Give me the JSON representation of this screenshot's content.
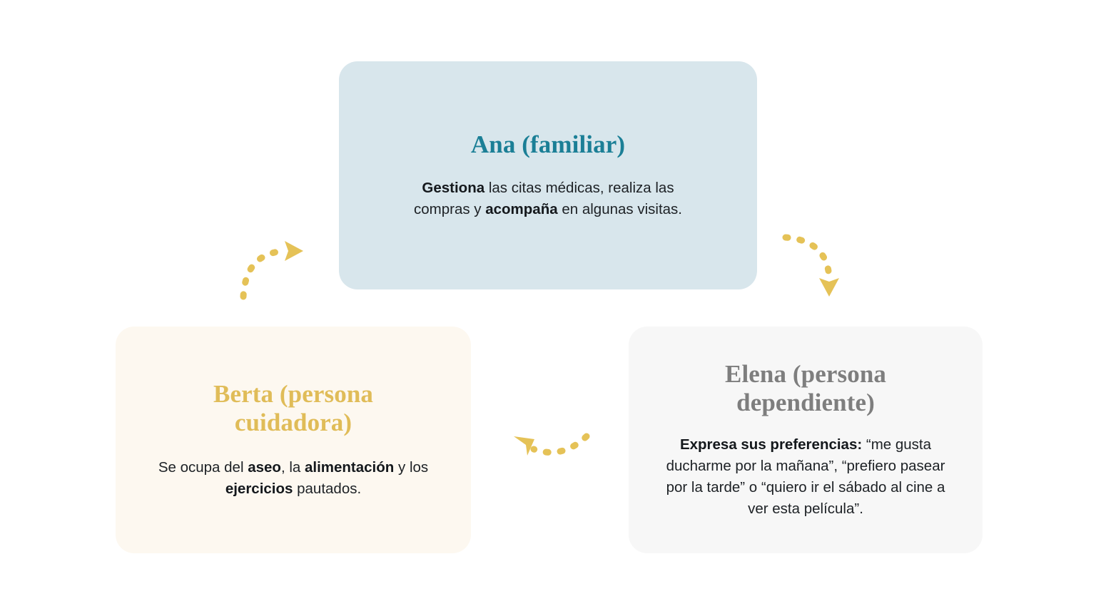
{
  "diagram": {
    "background_color": "#ffffff",
    "arrow_color": "#e5c257",
    "cards": [
      {
        "id": "ana",
        "role_name": "Ana (familiar)",
        "title": "Ana (familiar)",
        "background_color": "#d8e6ec",
        "title_color": "#1b7f96",
        "body_segments": [
          {
            "text": "Gestiona",
            "bold": true
          },
          {
            "text": " las citas médicas, realiza las compras y ",
            "bold": false
          },
          {
            "text": "acompaña",
            "bold": true
          },
          {
            "text": " en algunas visitas.",
            "bold": false
          }
        ],
        "body_plain": "Gestiona las citas médicas, realiza las compras y acompaña en algunas visitas."
      },
      {
        "id": "berta",
        "role_name": "Berta (persona cuidadora)",
        "title": "Berta (persona cuidadora)",
        "background_color": "#fdf8f0",
        "title_color": "#e0bc58",
        "body_segments": [
          {
            "text": "Se ocupa del ",
            "bold": false
          },
          {
            "text": "aseo",
            "bold": true
          },
          {
            "text": ", la ",
            "bold": false
          },
          {
            "text": "alimentación",
            "bold": true
          },
          {
            "text": " y los ",
            "bold": false
          },
          {
            "text": "ejercicios",
            "bold": true
          },
          {
            "text": " pautados.",
            "bold": false
          }
        ],
        "body_plain": "Se ocupa del aseo, la alimentación y los ejercicios pautados."
      },
      {
        "id": "elena",
        "role_name": "Elena (persona dependiente)",
        "title": "Elena (persona dependiente)",
        "background_color": "#f7f7f7",
        "title_color": "#7e7e7e",
        "body_segments": [
          {
            "text": "Expresa sus preferencias:",
            "bold": true
          },
          {
            "text": " “me gusta ducharme por la mañana”, “prefiero pasear por la tarde” o “quiero ir el sábado al cine a ver esta película”.",
            "bold": false
          }
        ],
        "body_plain": "Expresa sus preferencias: “me gusta ducharme por la mañana”, “prefiero pasear por la tarde” o “quiero ir el sábado al cine a ver esta película”."
      }
    ],
    "arrows": [
      {
        "id": "berta-to-ana",
        "name": "dashed-arrow-left",
        "from": "berta",
        "to": "ana",
        "direction": "up-right",
        "style": "dashed-curved",
        "color": "#e5c257"
      },
      {
        "id": "ana-to-elena",
        "name": "dashed-arrow-right",
        "from": "ana",
        "to": "elena",
        "direction": "down-right",
        "style": "dashed-curved",
        "color": "#e5c257"
      },
      {
        "id": "elena-to-berta",
        "name": "dashed-arrow-bottom",
        "from": "elena",
        "to": "berta",
        "direction": "left",
        "style": "dashed-curved",
        "color": "#e5c257"
      }
    ]
  }
}
